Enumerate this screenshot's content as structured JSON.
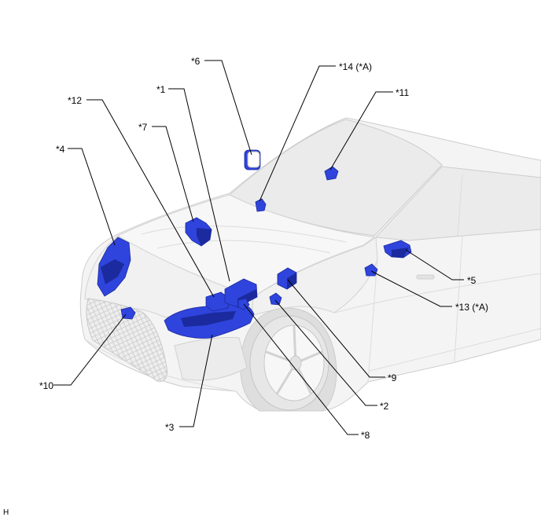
{
  "figure": {
    "corner_mark": "H",
    "callouts": {
      "c1": "*1",
      "c2": "*2",
      "c3": "*3",
      "c4": "*4",
      "c5": "*5",
      "c6": "*6",
      "c7": "*7",
      "c8": "*8",
      "c9": "*9",
      "c10": "*10",
      "c11": "*11",
      "c12": "*12",
      "c13": "*13 (*A)",
      "c14": "*14 (*A)"
    }
  },
  "colors": {
    "component": "#2f44dc",
    "component_shade": "#1b2a9e",
    "body": "#f4f4f4",
    "leader": "#000000"
  }
}
